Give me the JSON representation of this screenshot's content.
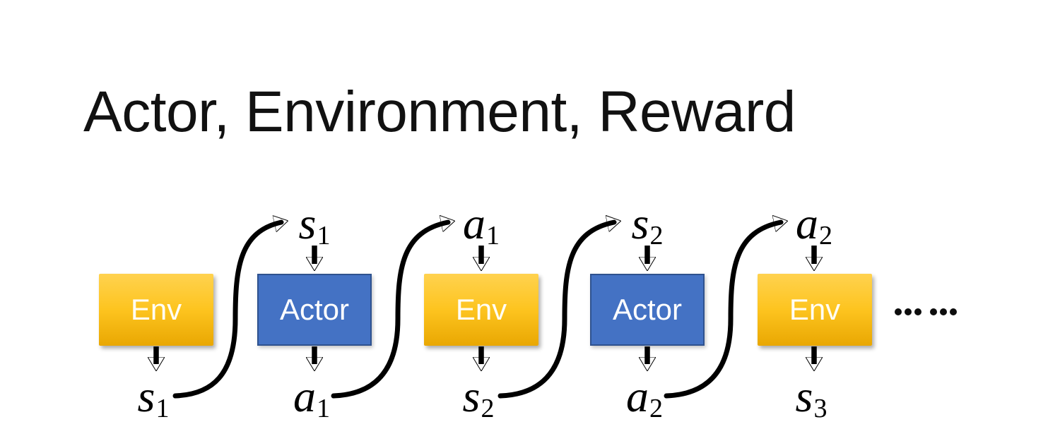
{
  "slide": {
    "title": "Actor, Environment, Reward",
    "ellipsis": "……"
  },
  "diagram": {
    "boxes": [
      {
        "label": "Env",
        "type": "env"
      },
      {
        "label": "Actor",
        "type": "actor"
      },
      {
        "label": "Env",
        "type": "env"
      },
      {
        "label": "Actor",
        "type": "actor"
      },
      {
        "label": "Env",
        "type": "env"
      }
    ],
    "top_labels": [
      {
        "base": "s",
        "sub": "1"
      },
      {
        "base": "a",
        "sub": "1"
      },
      {
        "base": "s",
        "sub": "2"
      },
      {
        "base": "a",
        "sub": "2"
      }
    ],
    "bottom_labels": [
      {
        "base": "s",
        "sub": "1"
      },
      {
        "base": "a",
        "sub": "1"
      },
      {
        "base": "s",
        "sub": "2"
      },
      {
        "base": "a",
        "sub": "2"
      },
      {
        "base": "s",
        "sub": "3"
      }
    ]
  },
  "colors": {
    "env_gradient_top": "#FFD24F",
    "env_gradient_bottom": "#E9A702",
    "actor_fill": "#4472C4",
    "actor_border": "#2F528F",
    "box_text": "#FFFFFF",
    "arrow": "#000000",
    "title_text": "#111111"
  }
}
